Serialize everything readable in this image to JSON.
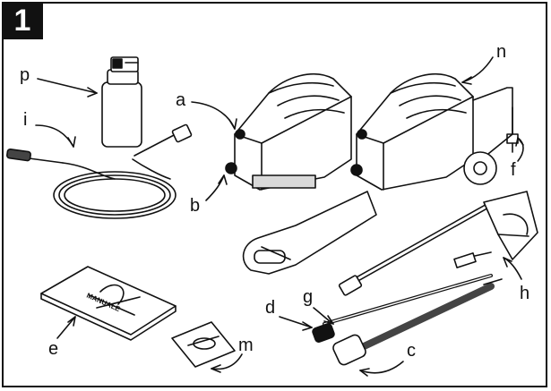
{
  "figure": {
    "number": "1"
  },
  "labels": {
    "a": "a",
    "b": "b",
    "c": "c",
    "d": "d",
    "e": "e",
    "f": "f",
    "g": "g",
    "h": "h",
    "i": "i",
    "m": "m",
    "n": "n",
    "p": "p"
  },
  "manual": {
    "title": "MANUALE"
  },
  "colors": {
    "ink": "#111111",
    "paper": "#ffffff",
    "shade": "#d9d9d9"
  }
}
